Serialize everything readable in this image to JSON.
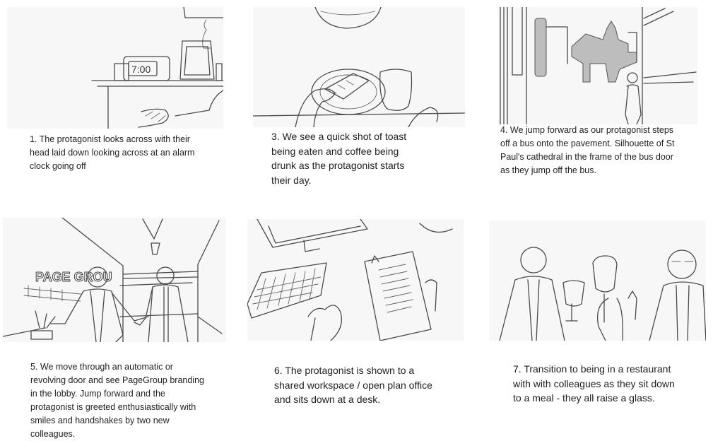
{
  "storyboard": {
    "panels": [
      {
        "id": 1,
        "image_alt": "Sketch of a bedside table with an alarm clock showing 7:00, a picture frame, a lamp and a hand reaching",
        "clock_display": "7:00",
        "caption": "1. The protagonist looks across with their head laid down looking across at an alarm clock going off"
      },
      {
        "id": 3,
        "image_alt": "Sketch of hands holding toast over a plate with a coffee cup nearby",
        "caption": "3. We see a quick shot of toast being eaten and coffee being drunk as the protagonist starts their day."
      },
      {
        "id": 4,
        "image_alt": "Sketch from a bus door framing the silhouette of St Paul's cathedral with the protagonist stepping off",
        "caption": "4. We jump forward as our protagonist steps off a bus onto the pavement. Silhouette of St Paul's cathedral in the frame of the bus door as they jump off the bus."
      },
      {
        "id": 5,
        "image_alt": "Sketch of a lobby with PageGroup signage and two colleagues greeting with open arms",
        "sign_text": "PAGE GROU",
        "caption": "5. We move through an automatic or revolving door and see PageGroup branding in the lobby. Jump forward and the protagonist is greeted enthusiastically with smiles and handshakes by two new colleagues."
      },
      {
        "id": 6,
        "image_alt": "Overhead sketch of a desk with monitor, keyboard, hand and document",
        "caption": "6. The protagonist is shown to a shared workspace / open plan office and sits down at a desk."
      },
      {
        "id": 7,
        "image_alt": "Sketch of three colleagues in a restaurant raising glasses",
        "caption": "7. Transition to being in a restaurant with with colleagues as they sit down to a meal - they all raise a glass."
      }
    ]
  }
}
